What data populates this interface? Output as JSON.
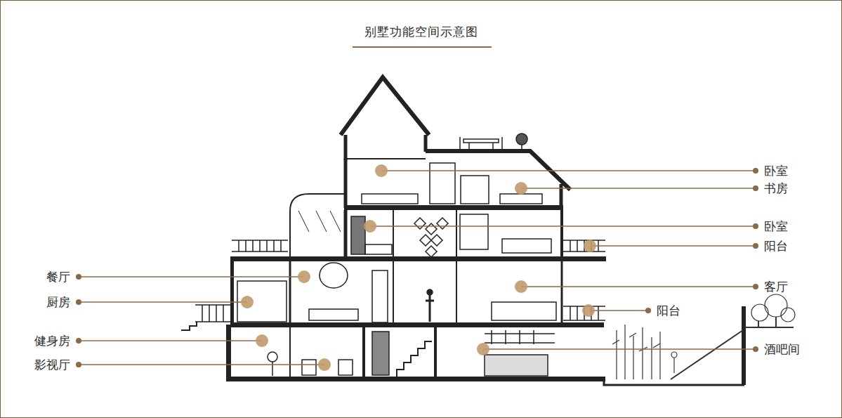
{
  "diagram": {
    "title": "别墅功能空间示意图",
    "labels": [
      "卧室",
      "书房",
      "卧室",
      "阳台",
      "餐厅",
      "客厅",
      "厨房",
      "阳台",
      "健身房",
      "酒吧间",
      "影视厅"
    ]
  }
}
